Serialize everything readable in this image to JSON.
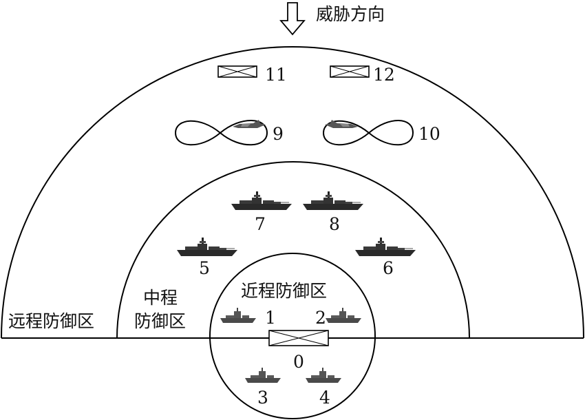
{
  "threat_label": "威胁方向",
  "zones": {
    "long_range": "远程防御区",
    "mid_range_line1": "中程",
    "mid_range_line2": "防御区",
    "short_range": "近程防御区"
  },
  "units": {
    "u0": "0",
    "u1": "1",
    "u2": "2",
    "u3": "3",
    "u4": "4",
    "u5": "5",
    "u6": "6",
    "u7": "7",
    "u8": "8",
    "u9": "9",
    "u10": "10",
    "u11": "11",
    "u12": "12"
  }
}
